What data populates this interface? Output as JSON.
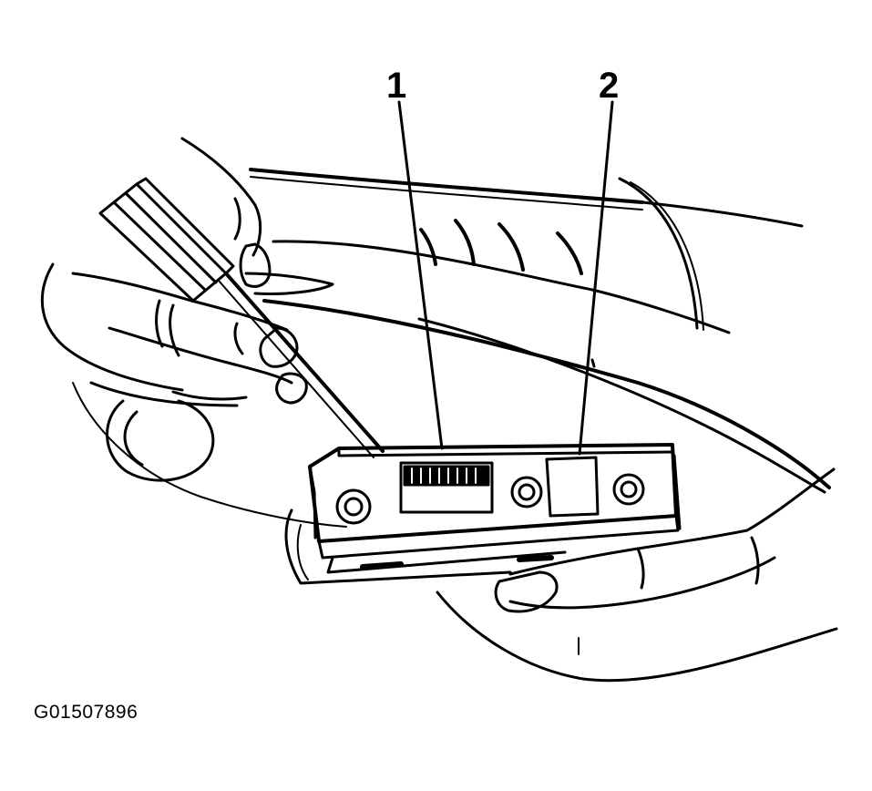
{
  "callouts": [
    {
      "number": "1"
    },
    {
      "number": "2"
    }
  ],
  "figure_id": "G01507896",
  "colors": {
    "line": "#000000",
    "background": "#ffffff"
  }
}
